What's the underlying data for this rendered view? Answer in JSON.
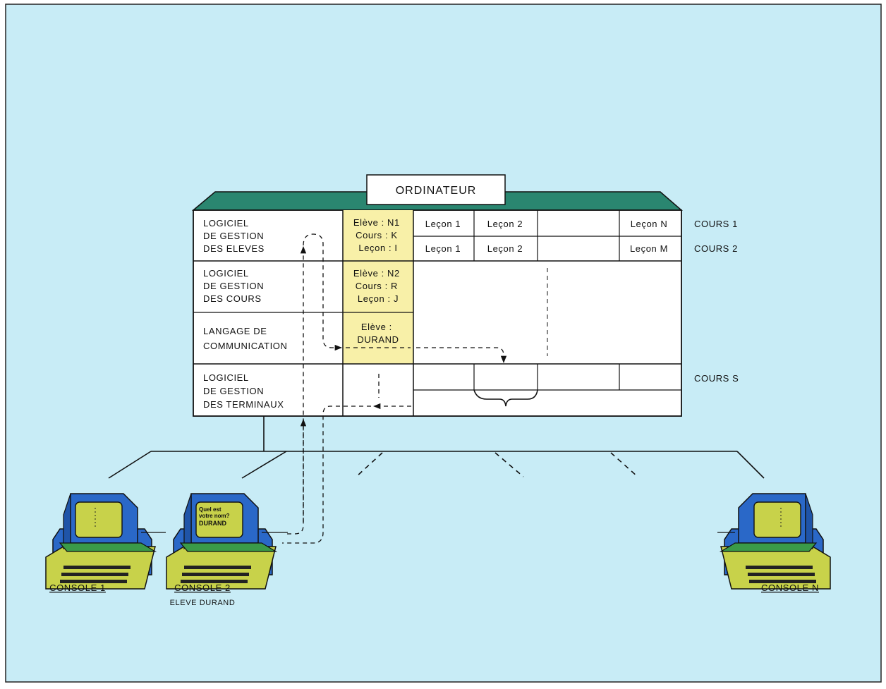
{
  "computer": {
    "title": "ORDINATEUR",
    "modules": [
      {
        "lines": [
          "LOGICIEL",
          "DE GESTION",
          "DES ELEVES"
        ]
      },
      {
        "lines": [
          "LOGICIEL",
          "DE GESTION",
          "DES COURS"
        ]
      },
      {
        "lines": [
          "LANGAGE DE",
          "COMMUNICATION"
        ]
      },
      {
        "lines": [
          "LOGICIEL",
          "DE GESTION",
          "DES TERMINAUX"
        ]
      }
    ],
    "student_records": [
      {
        "lines": [
          "Elève : N1",
          "Cours : K",
          "Leçon : I"
        ]
      },
      {
        "lines": [
          "Elève : N2",
          "Cours : R",
          "Leçon : J"
        ]
      },
      {
        "lines": [
          "Elève :",
          "DURAND"
        ]
      }
    ],
    "courses": [
      {
        "name": "COURS 1",
        "lessons": [
          "Leçon 1",
          "Leçon 2",
          "",
          "Leçon N"
        ]
      },
      {
        "name": "COURS 2",
        "lessons": [
          "Leçon 1",
          "Leçon 2",
          "",
          "Leçon M"
        ]
      },
      {
        "name": "COURS S",
        "lessons": []
      }
    ]
  },
  "consoles": [
    {
      "label": "CONSOLE 1",
      "sublabel": ""
    },
    {
      "label": "CONSOLE 2",
      "sublabel": "ELEVE DURAND",
      "screen_text": [
        "Quel est",
        "votre nom?",
        "DURAND"
      ]
    },
    {
      "label": "CONSOLE N",
      "sublabel": ""
    }
  ],
  "colors": {
    "background": "#c8ecf6",
    "header": "#2a8670",
    "highlight": "#f8f0a8",
    "console_blue": "#2a68c8",
    "console_yellow": "#c8d24a",
    "console_green": "#3a9a48"
  }
}
